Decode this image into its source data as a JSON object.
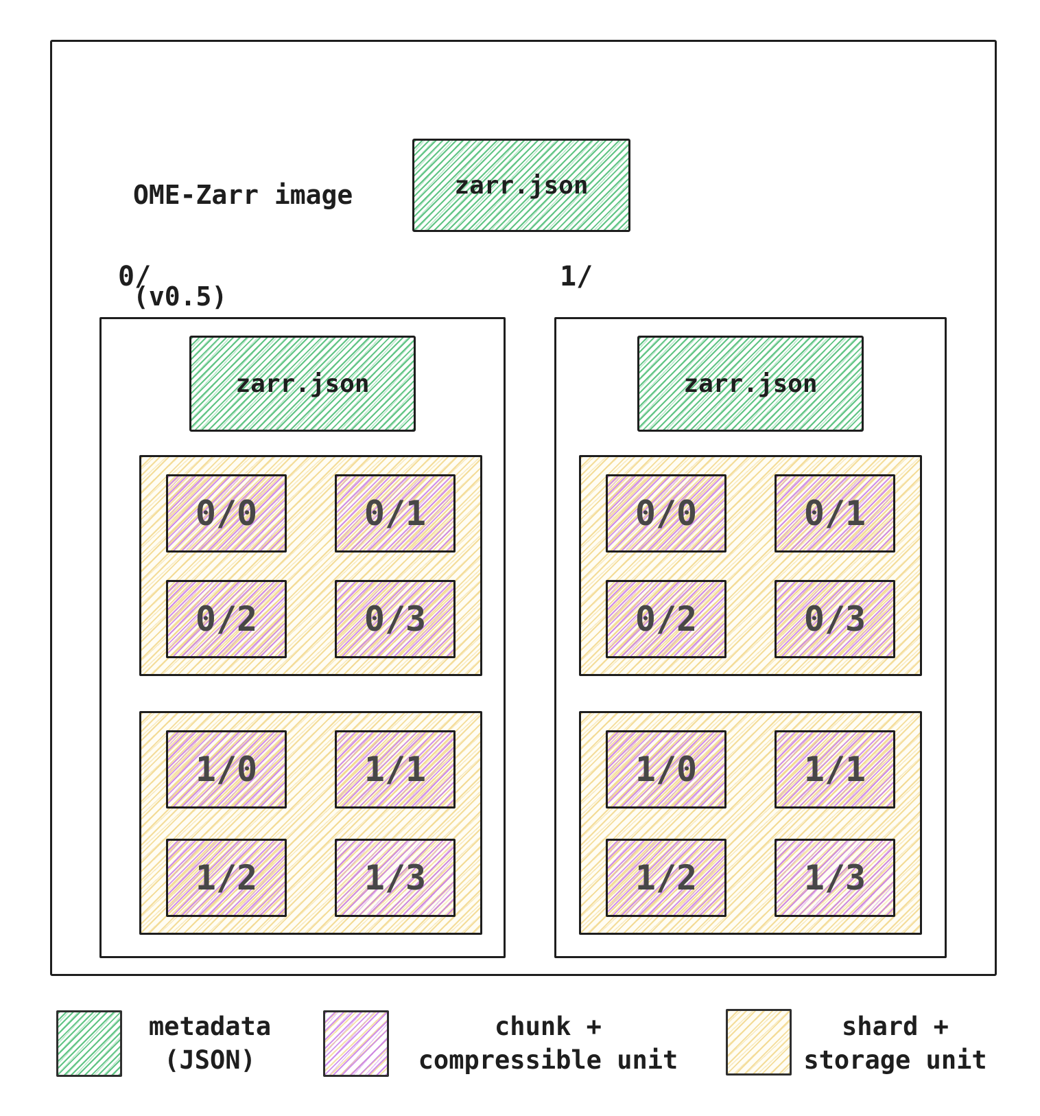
{
  "diagram": {
    "title_line1": "OME-Zarr image",
    "title_line2": "(v0.5)",
    "root_metadata_file": "zarr.json",
    "groups": [
      {
        "label": "0/",
        "metadata_file": "zarr.json",
        "shards": [
          {
            "chunks": [
              "0/0",
              "0/1",
              "0/2",
              "0/3"
            ]
          },
          {
            "chunks": [
              "1/0",
              "1/1",
              "1/2",
              "1/3"
            ]
          }
        ]
      },
      {
        "label": "1/",
        "metadata_file": "zarr.json",
        "shards": [
          {
            "chunks": [
              "0/0",
              "0/1",
              "0/2",
              "0/3"
            ]
          },
          {
            "chunks": [
              "1/0",
              "1/1",
              "1/2",
              "1/3"
            ]
          }
        ]
      }
    ]
  },
  "legend": {
    "items": [
      {
        "line1": "metadata",
        "line2": "(JSON)"
      },
      {
        "line1": "chunk +",
        "line2": "compressible unit"
      },
      {
        "line1": "shard +",
        "line2": "storage unit"
      }
    ]
  },
  "colors": {
    "metadata_hatch": "#58c17e",
    "chunk_hatch": "#c97ee8",
    "shard_hatch": "#f2d78a",
    "outline": "#1e1e1e",
    "chunk_label_text": "#474747"
  }
}
